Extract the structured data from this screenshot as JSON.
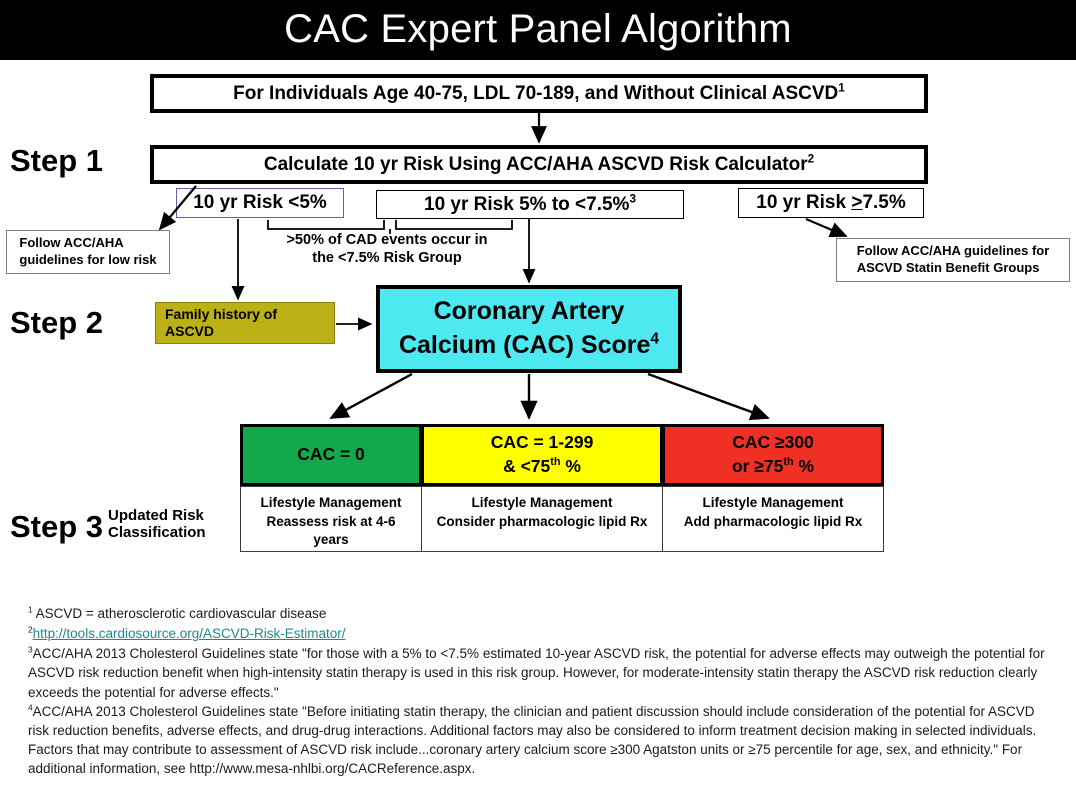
{
  "title": "CAC Expert Panel Algorithm",
  "header": {
    "eligibility": "For Individuals Age 40-75, LDL 70-189, and Without Clinical ASCVD",
    "eligibility_sup": "1",
    "calculate": "Calculate 10 yr Risk Using ACC/AHA ASCVD Risk Calculator",
    "calculate_sup": "2"
  },
  "steps": {
    "step1": "Step 1",
    "step2": "Step 2",
    "step3": "Step 3",
    "step3_sub_line1": "Updated Risk",
    "step3_sub_line2": "Classification"
  },
  "risk_tiers": {
    "low": "10 yr Risk <5%",
    "mid_prefix": "10 yr Risk 5% to <7.5%",
    "mid_sup": "3",
    "high_prefix": "10 yr Risk ",
    "high_ge": ">",
    "high_suffix": "7.5%"
  },
  "guidance": {
    "low_line1": "Follow ACC/AHA",
    "low_line2": "guidelines for low risk",
    "high_line1": "Follow ACC/AHA guidelines for",
    "high_line2": "ASCVD Statin Benefit Groups"
  },
  "bracket_note": {
    "line1": ">50% of CAD events occur in",
    "line2": "the <7.5% Risk Group"
  },
  "family_history": {
    "line1": "Family history of",
    "line2": "ASCVD"
  },
  "cac_box": {
    "line1": "Coronary Artery",
    "line2": "Calcium (CAC) Score",
    "sup": "4"
  },
  "tiers": [
    {
      "head_line1": "CAC = 0",
      "head_line2": "",
      "head_sup": "",
      "head_suffix": "",
      "color": "#13a84a",
      "body_line1": "Lifestyle Management",
      "body_line2": "Reassess risk at 4-6",
      "body_line3": "years"
    },
    {
      "head_line1": "CAC = 1-299",
      "head_line2": "& <75",
      "head_sup": "th",
      "head_suffix": " %",
      "color": "#ffff00",
      "body_line1": "Lifestyle Management",
      "body_line2": "Consider pharmacologic lipid Rx",
      "body_line3": ""
    },
    {
      "head_line1": "CAC ≥300",
      "head_line2": "or ≥75",
      "head_sup": "th",
      "head_suffix": " %",
      "color": "#ee3124",
      "body_line1": "Lifestyle Management",
      "body_line2": "Add pharmacologic lipid Rx",
      "body_line3": ""
    }
  ],
  "colors": {
    "banner": "#000000",
    "cac_cyan": "#4ee8f0",
    "family_olive": "#bcb017",
    "green": "#13a84a",
    "yellow": "#ffff00",
    "red": "#ee3124",
    "link_teal": "#1f8a8a"
  },
  "footnotes": {
    "fn1_sup": "1",
    "fn1": " ASCVD = atherosclerotic cardiovascular disease",
    "fn2_sup": "2",
    "fn2_link": "http://tools.cardiosource.org/ASCVD-Risk-Estimator/",
    "fn3_sup": "3",
    "fn3": "ACC/AHA 2013 Cholesterol Guidelines state \"for those with a 5% to <7.5% estimated 10-year ASCVD risk, the potential for adverse effects may outweigh the potential for ASCVD risk reduction benefit when high-intensity statin therapy is used in this risk group. However, for moderate-intensity statin therapy the ASCVD risk reduction clearly exceeds the potential for adverse effects.\"",
    "fn4_sup": "4",
    "fn4": "ACC/AHA 2013 Cholesterol Guidelines state \"Before initiating statin therapy, the clinician and patient discussion should include consideration of the potential for ASCVD risk reduction benefits, adverse effects, and drug-drug interactions. Additional factors may also be considered to inform treatment decision making in selected individuals. Factors that may contribute to assessment of ASCVD risk include...coronary artery calcium score ≥300 Agatston units or ≥75 percentile for age, sex, and ethnicity.\" For additional information, see http://www.mesa-nhlbi.org/CACReference.aspx."
  }
}
